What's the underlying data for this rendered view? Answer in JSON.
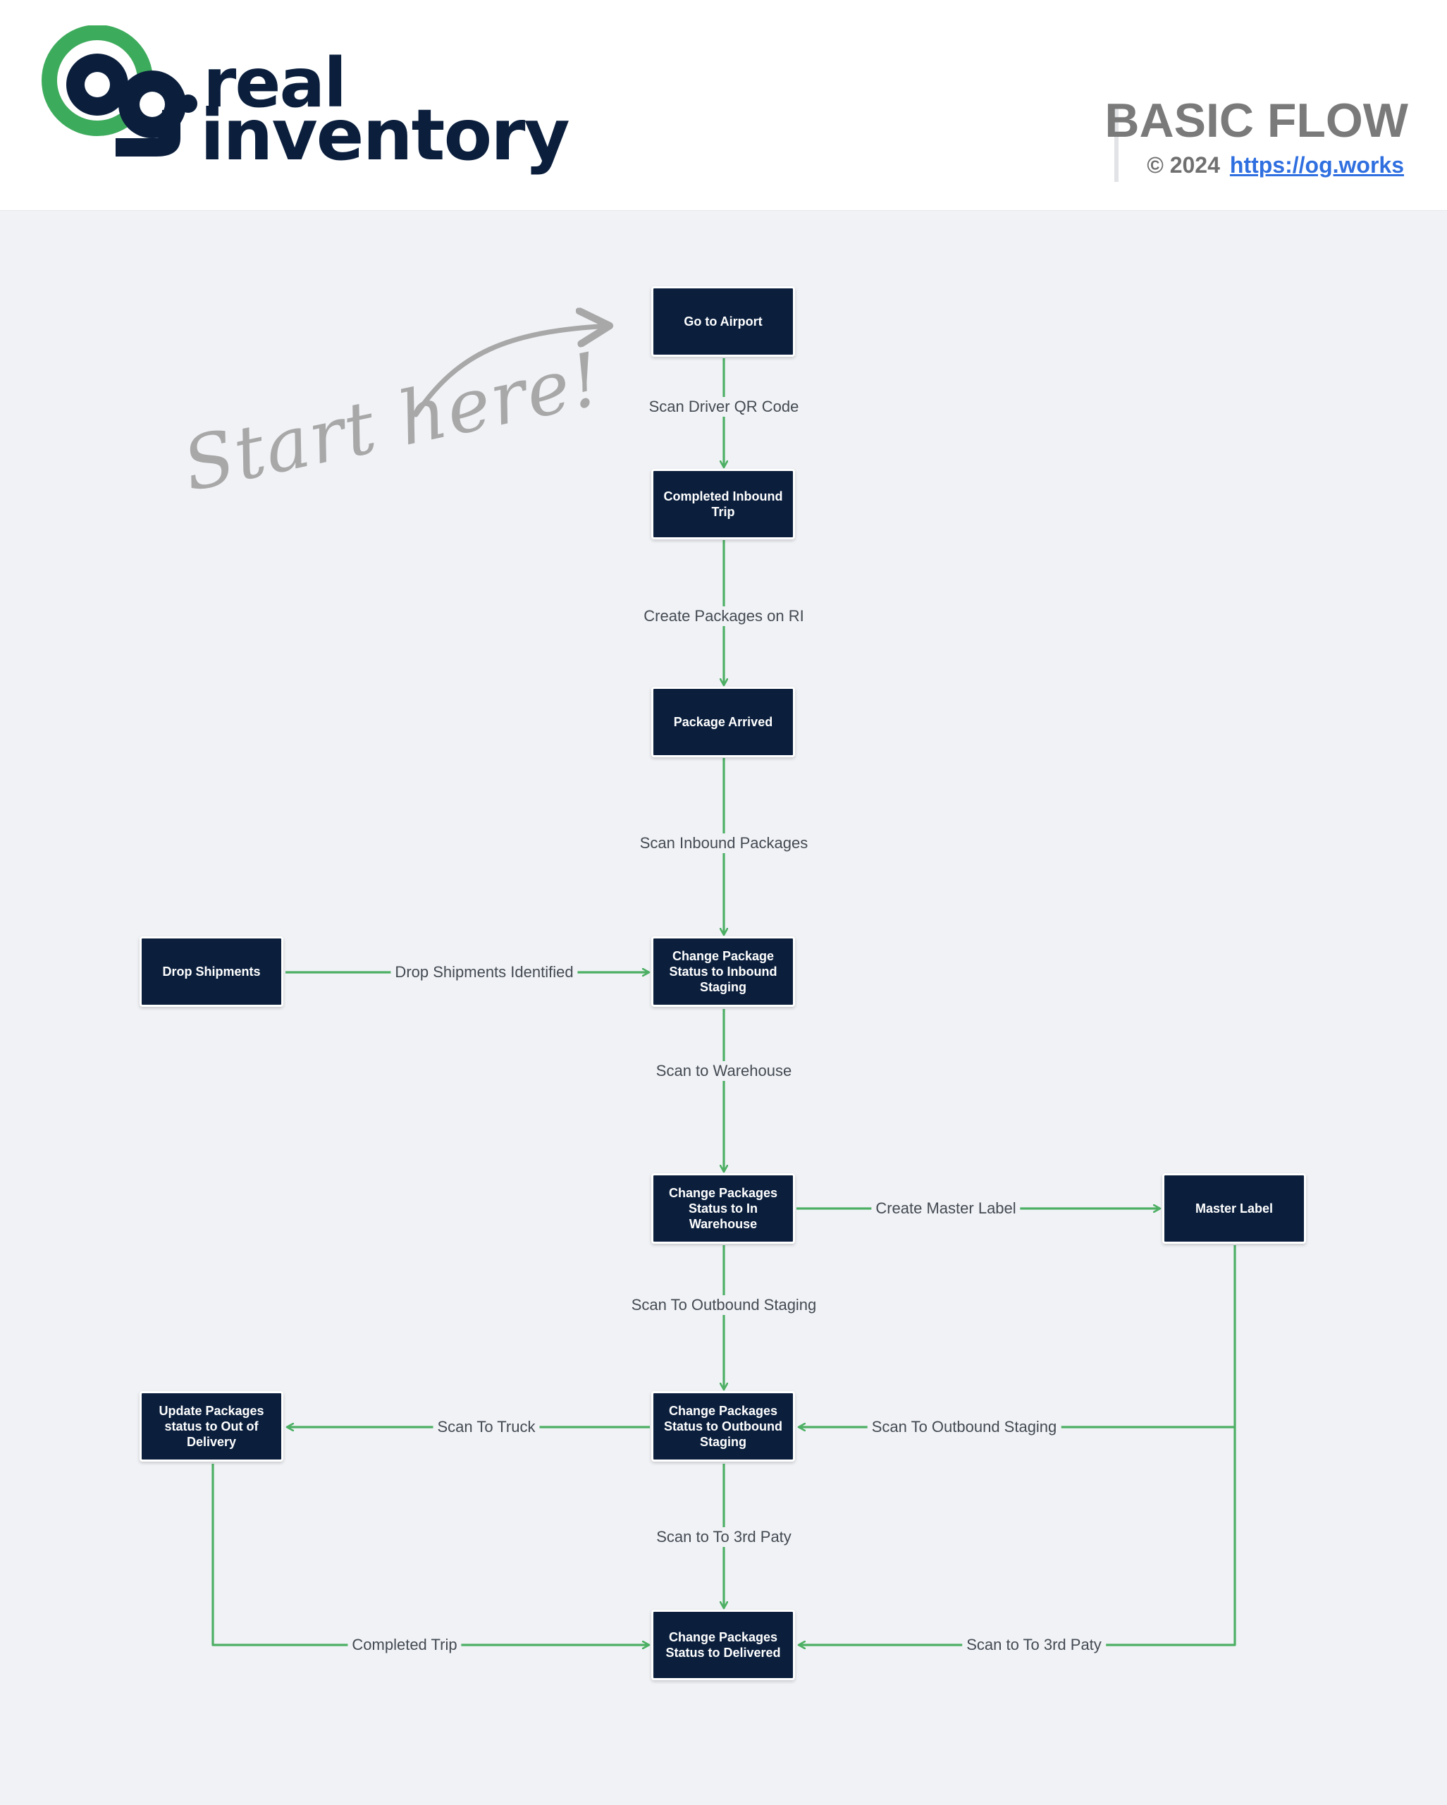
{
  "header": {
    "brand_prefix": "og",
    "brand_line1": "real",
    "brand_line2": "inventory",
    "title": "BASIC FLOW",
    "copyright": "© 2024",
    "link": "https://og.works"
  },
  "annotation": "Start here!",
  "colors": {
    "node_fill": "#0b1f3d",
    "edge": "#4caf63",
    "brand_green": "#3dab5c",
    "brand_navy": "#0b1f3d",
    "background": "#f0f2f6"
  },
  "nodes": {
    "go_to_airport": "Go to Airport",
    "completed_inbound_trip": "Completed Inbound Trip",
    "package_arrived": "Package Arrived",
    "drop_shipments": "Drop Shipments",
    "inbound_staging": "Change Package Status to Inbound Staging",
    "in_warehouse": "Change Packages Status to In Warehouse",
    "master_label": "Master Label",
    "outbound_staging": "Change Packages Status to Outbound Staging",
    "out_of_delivery": "Update Packages status to Out of Delivery",
    "delivered": "Change Packages Status to Delivered"
  },
  "edges": {
    "scan_driver_qr": "Scan Driver QR Code",
    "create_packages": "Create Packages on RI",
    "scan_inbound": "Scan Inbound Packages",
    "drop_identified": "Drop Shipments Identified",
    "scan_warehouse": "Scan to Warehouse",
    "create_master_label": "Create Master Label",
    "scan_outbound_staging": "Scan To Outbound Staging",
    "scan_outbound_staging_master": "Scan To Outbound Staging",
    "scan_to_truck": "Scan To Truck",
    "scan_3rd_party": "Scan to To 3rd Paty",
    "scan_3rd_party_master": "Scan to To 3rd Paty",
    "completed_trip": "Completed Trip"
  }
}
